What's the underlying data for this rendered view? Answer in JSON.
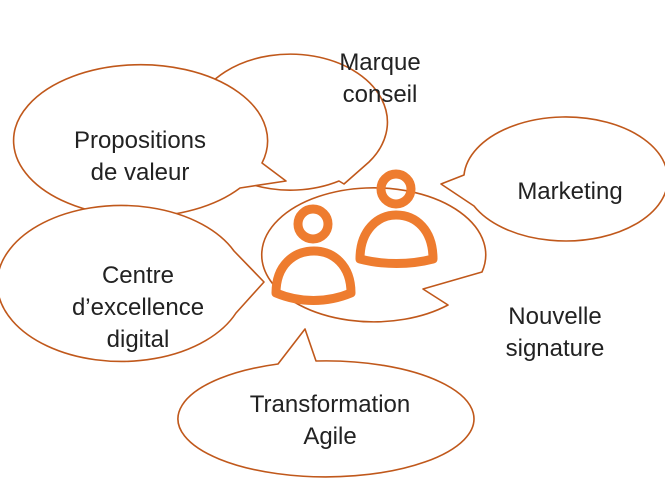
{
  "colors": {
    "bubble_outline": "#c0581b",
    "people_icon": "#ee7c2f",
    "text": "#222222"
  },
  "center_icon": "two-people-icon",
  "bubbles": [
    {
      "lines": [
        "Marque",
        "conseil"
      ]
    },
    {
      "lines": [
        "Propositions",
        "de valeur"
      ]
    },
    {
      "lines": [
        "Marketing"
      ]
    },
    {
      "lines": [
        "Centre",
        "d’excellence",
        "digital"
      ]
    },
    {
      "lines": [
        "Nouvelle",
        "signature"
      ]
    },
    {
      "lines": [
        "Transformation",
        "Agile"
      ]
    }
  ]
}
